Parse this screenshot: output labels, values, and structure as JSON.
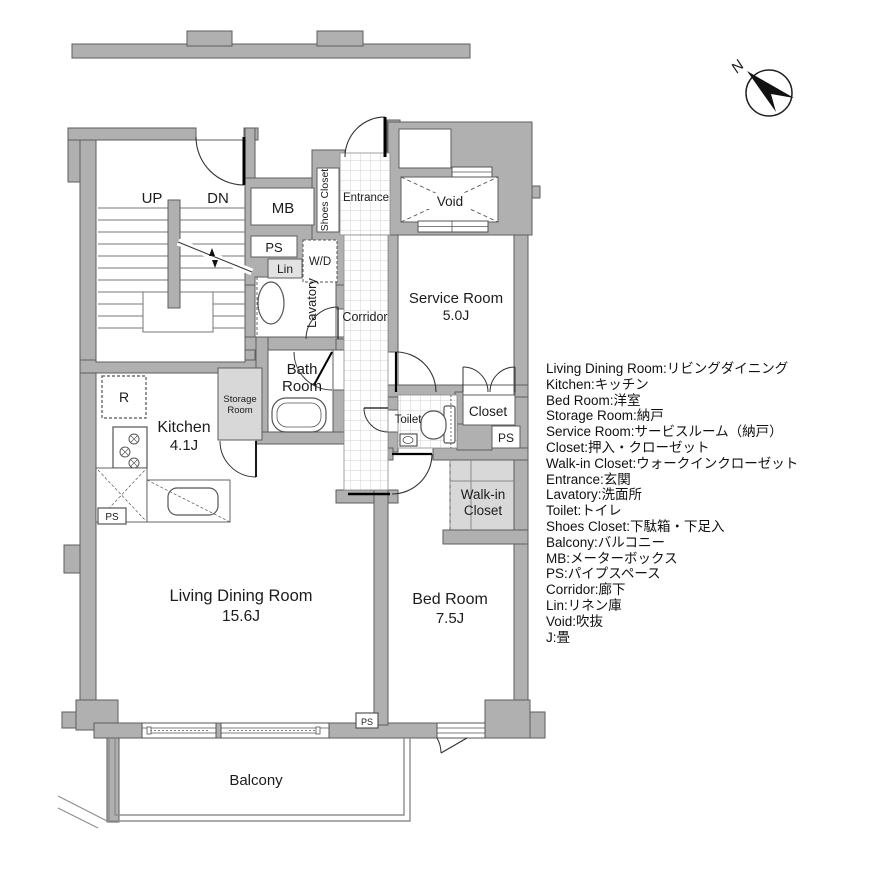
{
  "colors": {
    "wall": "#b0b0b0",
    "wall_stroke": "#5e5e5e",
    "shade": "#d8d8d8",
    "tile_line": "#d2d2d2",
    "text": "#1c1c1c"
  },
  "compass": {
    "north_label": "N"
  },
  "rooms": {
    "stairs_up": "UP",
    "stairs_dn": "DN",
    "mb": "MB",
    "ps_top": "PS",
    "lin": "Lin",
    "wd": "W/D",
    "shoes_closet": "Shoes Closet",
    "entrance": "Entrance",
    "void": "Void",
    "corridor": "Corridor",
    "lavatory": "Lavatory",
    "service_room": {
      "name": "Service Room",
      "size": "5.0J"
    },
    "bath": {
      "line1": "Bath",
      "line2": "Room"
    },
    "storage": {
      "line1": "Storage",
      "line2": "Room"
    },
    "kitchen": {
      "name": "Kitchen",
      "size": "4.1J"
    },
    "fridge": "R",
    "ps_kitchen": "PS",
    "toilet": "Toilet",
    "closet": "Closet",
    "ps_right": "PS",
    "walkin": {
      "line1": "Walk-in",
      "line2": "Closet"
    },
    "ldr": {
      "name": "Living Dining Room",
      "size": "15.6J"
    },
    "bedroom": {
      "name": "Bed Room",
      "size": "7.5J"
    },
    "ps_bottom": "PS",
    "balcony": "Balcony"
  },
  "legend": {
    "items": [
      "Living Dining Room:リビングダイニング",
      "Kitchen:キッチン",
      "Bed Room:洋室",
      "Storage Room:納戸",
      "Service Room:サービスルーム（納戸）",
      "Closet:押入・クローゼット",
      "Walk-in Closet:ウォークインクローゼット",
      "Entrance:玄関",
      "Lavatory:洗面所",
      "Toilet:トイレ",
      "Shoes Closet:下駄箱・下足入",
      "Balcony:バルコニー",
      "MB:メーターボックス",
      "PS:パイプスペース",
      "Corridor:廊下",
      "Lin:リネン庫",
      "Void:吹抜",
      "J:畳"
    ]
  }
}
